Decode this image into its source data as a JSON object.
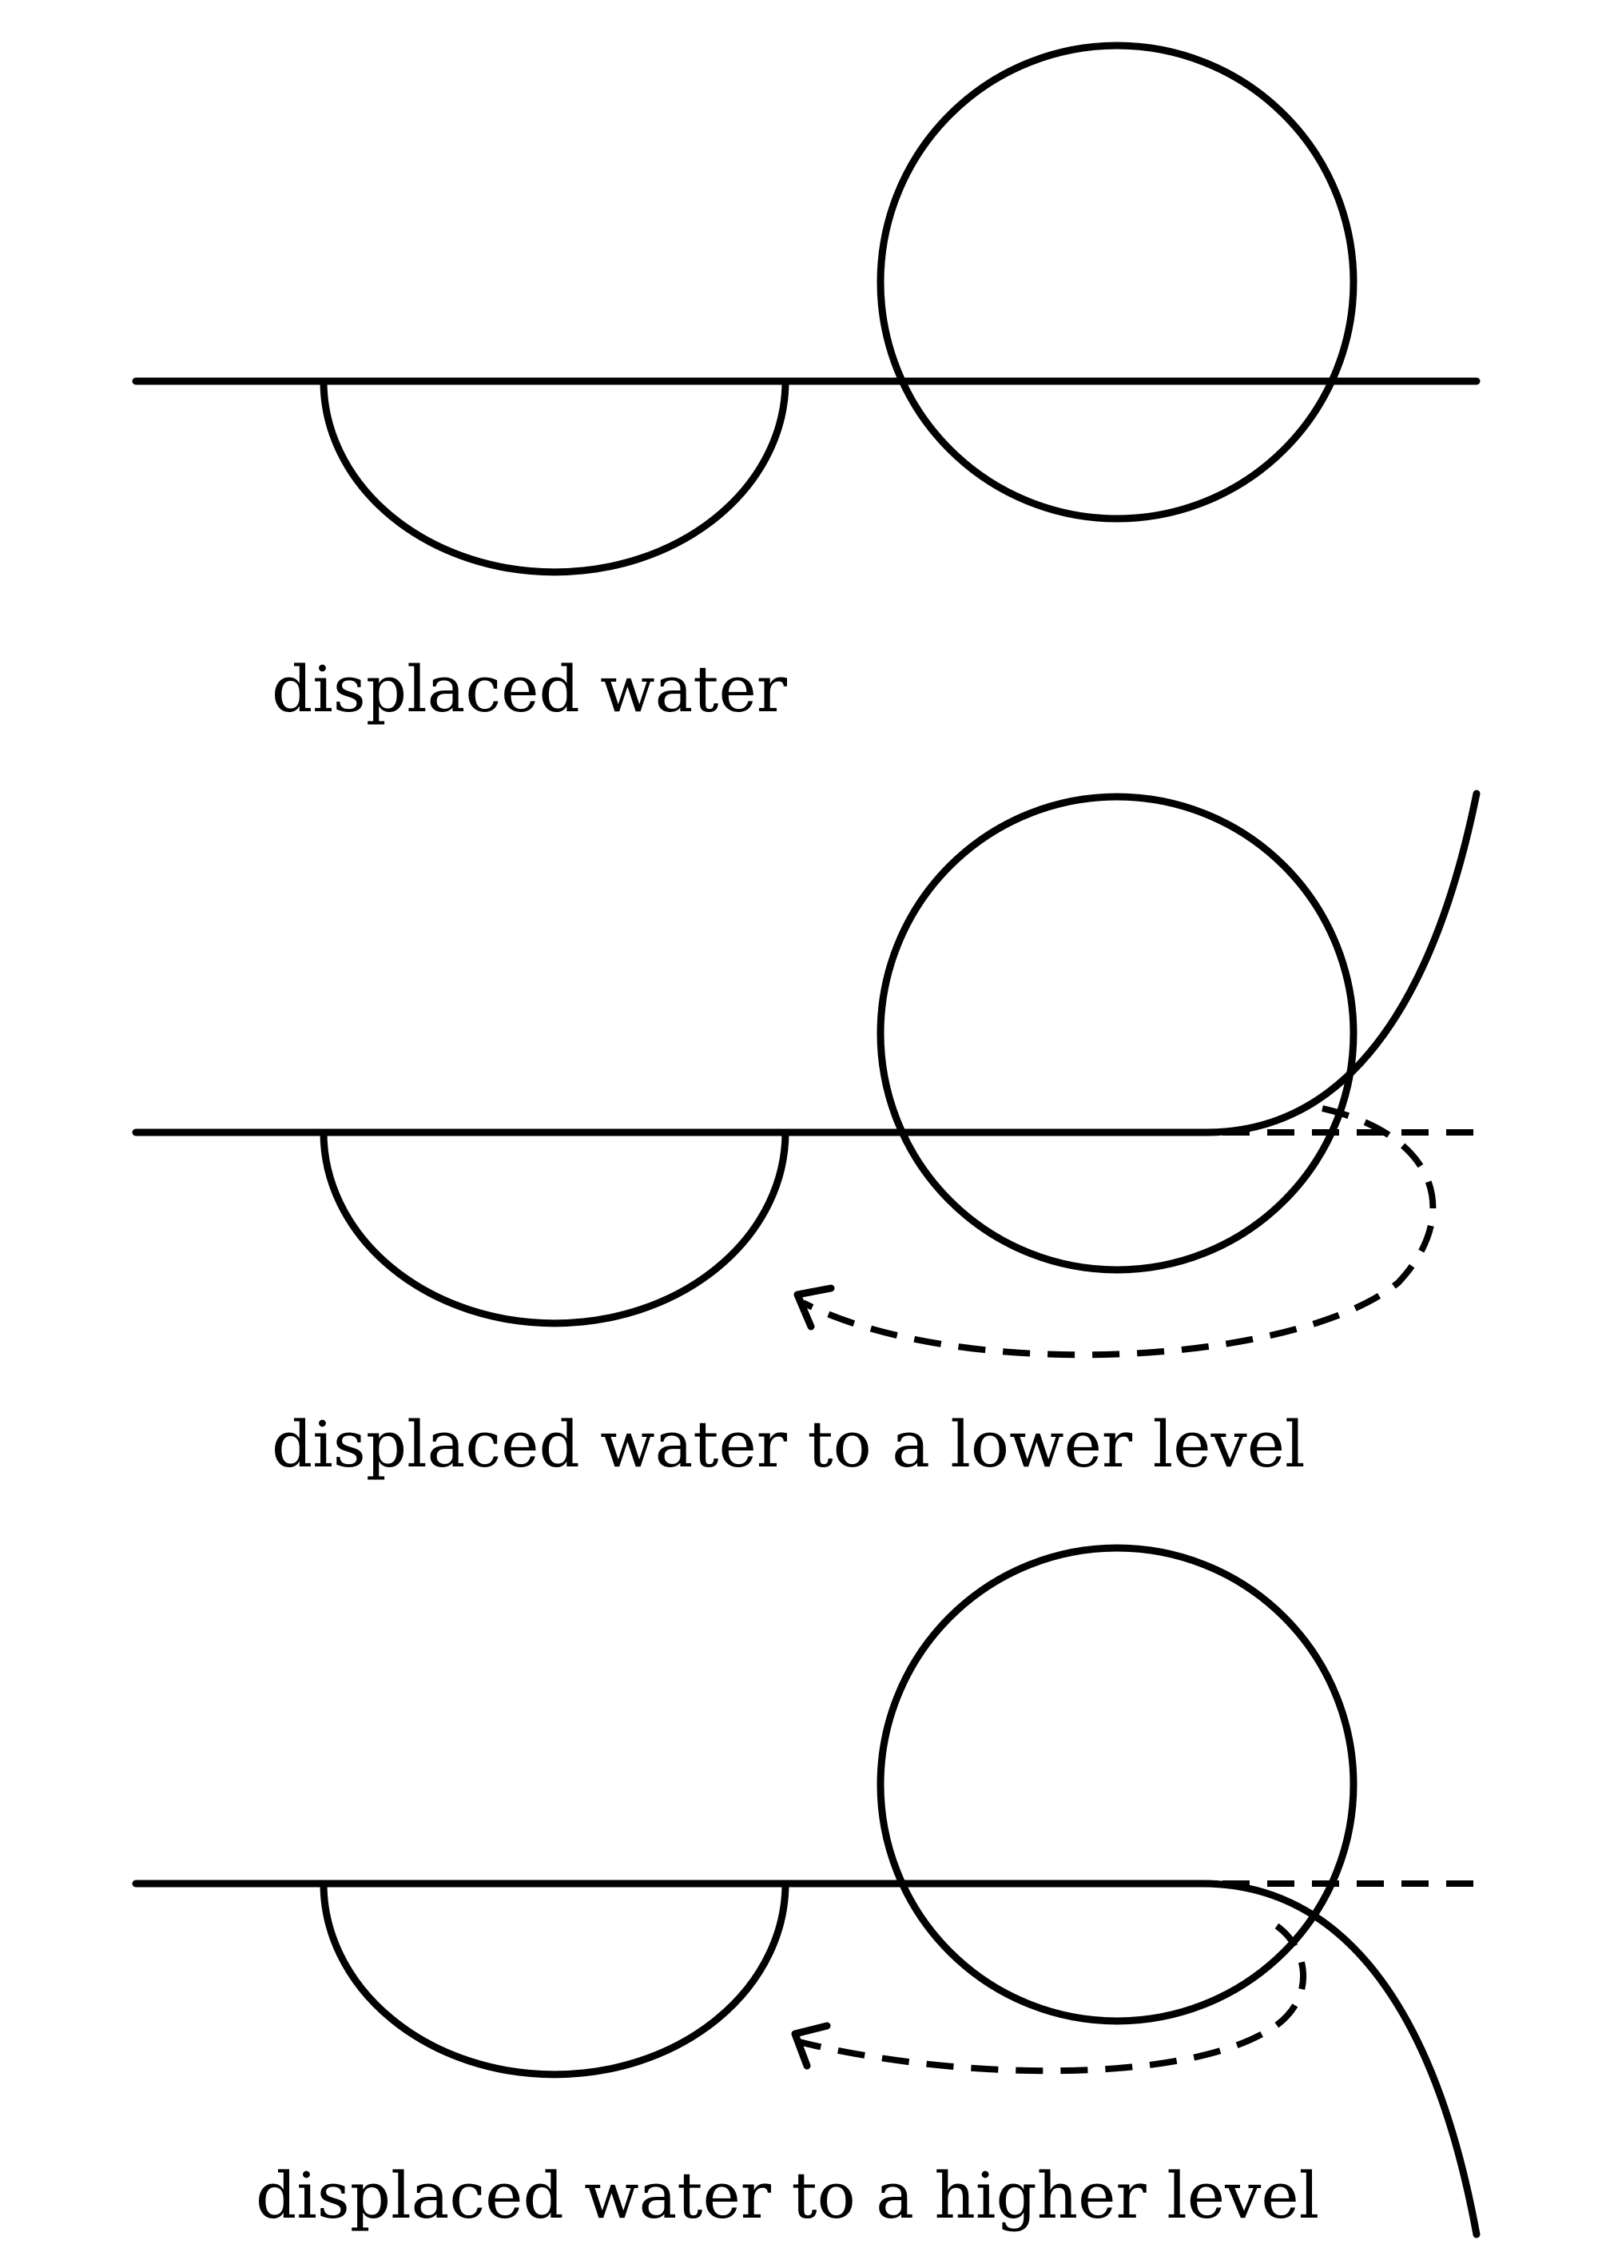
{
  "panels": [
    {
      "caption": "displaced water"
    },
    {
      "caption": "displaced water to a lower level"
    },
    {
      "caption": "displaced water to a higher level"
    }
  ],
  "colors": {
    "ink": "#000000",
    "background": "#ffffff"
  }
}
